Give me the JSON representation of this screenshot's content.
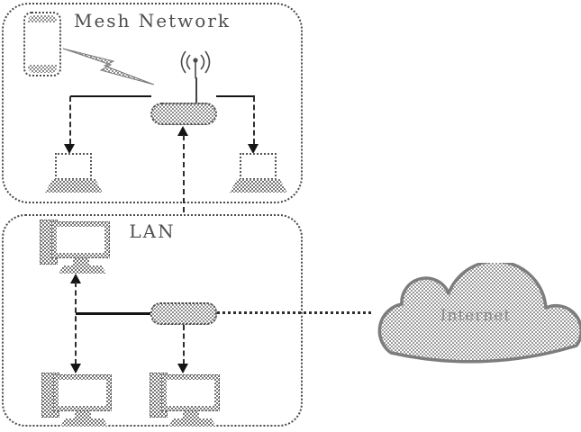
{
  "diagram_type": "network-topology",
  "mesh_network": {
    "label": "Mesh Network",
    "nodes": [
      {
        "name": "smartphone",
        "icon": "rounded-rect-phone"
      },
      {
        "name": "wireless-router",
        "icon": "pill-with-antenna"
      },
      {
        "name": "laptop-left",
        "icon": "laptop"
      },
      {
        "name": "laptop-right",
        "icon": "laptop"
      }
    ],
    "wireless_link_icon": "lightning-bolt"
  },
  "lan": {
    "label": "LAN",
    "nodes": [
      {
        "name": "desktop-top-left",
        "icon": "desktop-computer"
      },
      {
        "name": "network-switch",
        "icon": "pill-switch"
      },
      {
        "name": "desktop-bottom-left",
        "icon": "desktop-computer"
      },
      {
        "name": "desktop-bottom-right",
        "icon": "desktop-computer"
      }
    ]
  },
  "internet": {
    "label": "Internet",
    "icon": "cloud"
  },
  "colors": {
    "line": "#151515",
    "dash": "#2e2e2e",
    "border": "#4a4a4a",
    "pattern": "#8f8f8f",
    "label": "#4f4f4f",
    "cloud_border": "#7d7d7d",
    "cloud_label": "#8a8a8a"
  }
}
